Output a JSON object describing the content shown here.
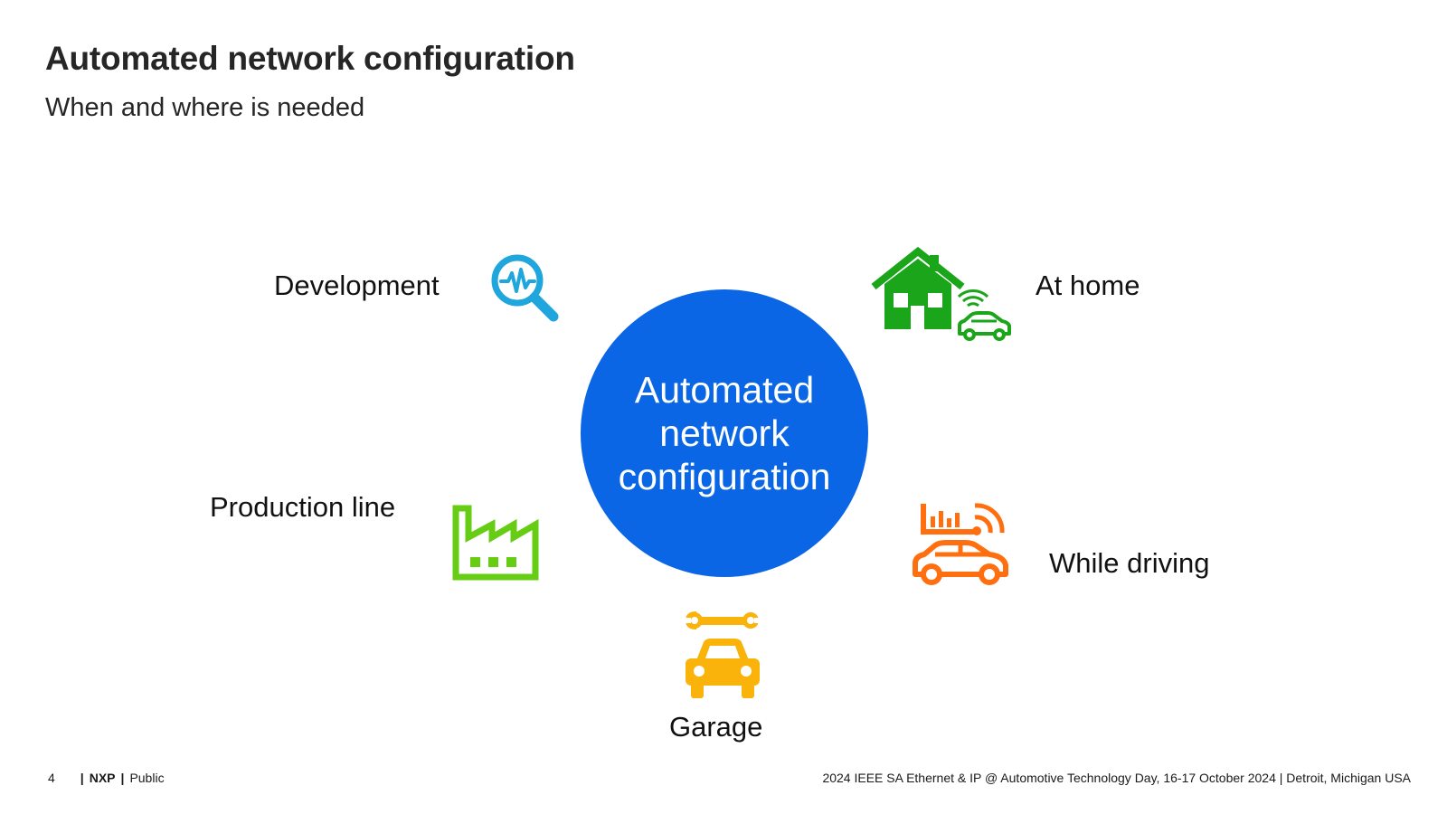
{
  "slide": {
    "title": "Automated network configuration",
    "subtitle": "When and where is needed"
  },
  "hub": {
    "label": "Automated network configuration",
    "color": "#0a66e4"
  },
  "nodes": [
    {
      "label": "Development",
      "icon": "magnifier-pulse-icon",
      "color": "#1ea6dd"
    },
    {
      "label": "At home",
      "icon": "house-car-wifi-icon",
      "color": "#1aa51a"
    },
    {
      "label": "Production line",
      "icon": "factory-icon",
      "color": "#66cc14"
    },
    {
      "label": "While driving",
      "icon": "car-signal-chart-icon",
      "color": "#ff6f0f"
    },
    {
      "label": "Garage",
      "icon": "car-wrench-icon",
      "color": "#fab30a"
    }
  ],
  "footer": {
    "page_number": "4",
    "brand": "NXP",
    "classification": "Public",
    "event": "2024 IEEE SA Ethernet & IP @ Automotive Technology Day, 16-17 October 2024 | Detroit, Michigan USA"
  }
}
